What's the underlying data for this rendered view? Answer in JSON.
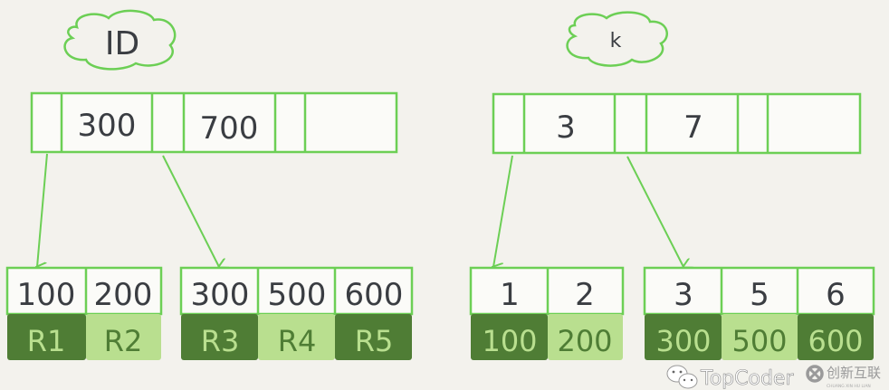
{
  "left_tree": {
    "title": "ID",
    "root_keys": [
      "300",
      "700"
    ],
    "leaves": [
      {
        "keys": [
          "100",
          "200"
        ],
        "values": [
          "R1",
          "R2"
        ]
      },
      {
        "keys": [
          "300",
          "500",
          "600"
        ],
        "values": [
          "R3",
          "R4",
          "R5"
        ]
      }
    ]
  },
  "right_tree": {
    "title": "k",
    "root_keys": [
      "3",
      "7"
    ],
    "leaves": [
      {
        "keys": [
          "1",
          "2"
        ],
        "values": [
          "100",
          "200"
        ]
      },
      {
        "keys": [
          "3",
          "5",
          "6"
        ],
        "values": [
          "300",
          "500",
          "600"
        ]
      }
    ]
  },
  "watermark": {
    "text": "TopCoder",
    "logo_text": "创新互联",
    "logo_sub": "CHUANG XIN HU LIAN"
  },
  "colors": {
    "border": "#6ccf55",
    "dark": "#4f7d35",
    "light": "#b9df8f",
    "background": "#f3f2ed"
  }
}
